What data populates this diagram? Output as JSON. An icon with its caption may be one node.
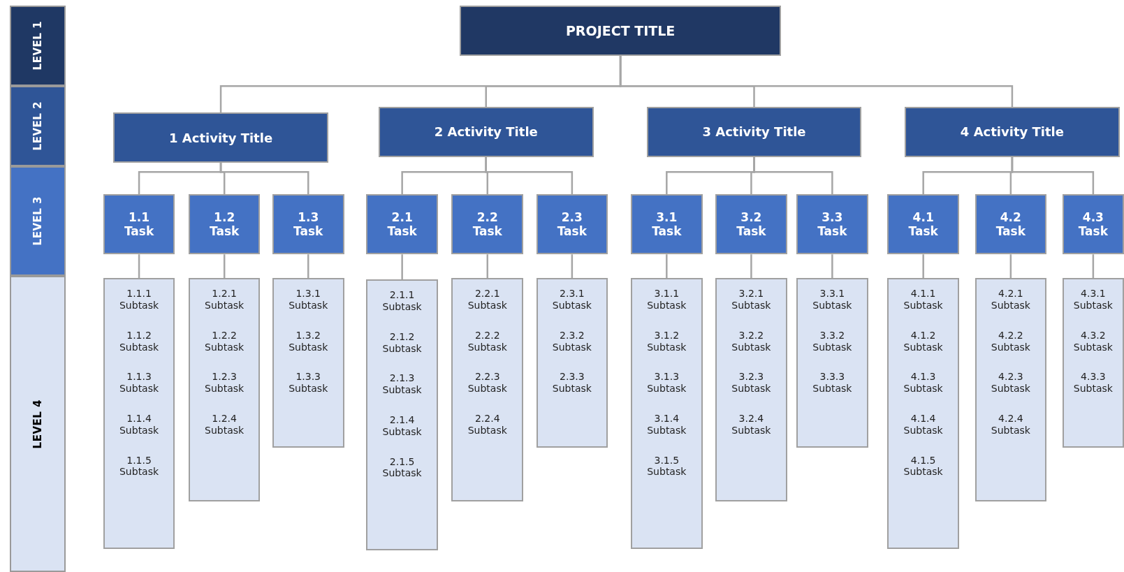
{
  "diagram": {
    "nodes": [
      {
        "text": [
          "LEVEL 1"
        ]
      },
      {
        "text": [
          "LEVEL 2"
        ]
      },
      {
        "text": [
          "LEVEL 3"
        ]
      },
      {
        "text": [
          "LEVEL 4"
        ]
      },
      {
        "text": [
          "PROJECT TITLE"
        ]
      },
      {
        "text": [
          "1 Activity Title"
        ]
      },
      {
        "text": [
          "2 Activity Title"
        ]
      },
      {
        "text": [
          "3 Activity Title"
        ]
      },
      {
        "text": [
          "4 Activity Title"
        ]
      },
      {
        "text": [
          "1.1 Task"
        ]
      },
      {
        "text": [
          "1.2 Task"
        ]
      },
      {
        "text": [
          "1.3 Task"
        ]
      },
      {
        "text": [
          "2.1 Task"
        ]
      },
      {
        "text": [
          "2.2 Task"
        ]
      },
      {
        "text": [
          "2.3 Task"
        ]
      },
      {
        "text": [
          "3.1 Task"
        ]
      },
      {
        "text": [
          "3.2 Task"
        ]
      },
      {
        "text": [
          "3.3 Task"
        ]
      },
      {
        "text": [
          "4.1 Task"
        ]
      },
      {
        "text": [
          "4.2 Task"
        ]
      },
      {
        "text": [
          "4.3 Task"
        ]
      },
      {
        "text": [
          "1.1.1 Subtask",
          "1.1.2 Subtask",
          "1.1.3 Subtask",
          "1.1.4 Subtask",
          "1.1.5 Subtask"
        ]
      },
      {
        "text": [
          "1.2.1 Subtask",
          "1.2.2 Subtask",
          "1.2.3 Subtask",
          "1.2.4 Subtask"
        ]
      },
      {
        "text": [
          "1.3.1 Subtask",
          "1.3.2 Subtask",
          "1.3.3 Subtask"
        ]
      },
      {
        "text": [
          "2.1.1 Subtask",
          "2.1.2 Subtask",
          "2.1.3 Subtask",
          "2.1.4 Subtask",
          "2.1.5 Subtask"
        ]
      },
      {
        "text": [
          "2.2.1 Subtask",
          "2.2.2 Subtask",
          "2.2.3 Subtask",
          "2.2.4 Subtask"
        ]
      },
      {
        "text": [
          "2.3.1 Subtask",
          "2.3.2 Subtask",
          "2.3.3 Subtask"
        ]
      },
      {
        "text": [
          "3.1.1 Subtask",
          "3.1.2 Subtask",
          "3.1.3 Subtask",
          "3.1.4 Subtask",
          "3.1.5 Subtask"
        ]
      },
      {
        "text": [
          "3.2.1 Subtask",
          "3.2.2 Subtask",
          "3.2.3 Subtask",
          "3.2.4 Subtask"
        ]
      },
      {
        "text": [
          "3.3.1 Subtask",
          "3.3.2 Subtask",
          "3.3.3 Subtask"
        ]
      },
      {
        "text": [
          "4.1.1 Subtask",
          "4.1.2 Subtask",
          "4.1.3 Subtask",
          "4.1.4 Subtask",
          "4.1.5 Subtask"
        ]
      },
      {
        "text": [
          "4.2.1 Subtask",
          "4.2.2 Subtask",
          "4.2.3 Subtask",
          "4.2.4 Subtask"
        ]
      },
      {
        "text": [
          "4.3.1 Subtask",
          "4.3.2 Subtask",
          "4.3.3 Subtask"
        ]
      }
    ],
    "edges": [
      {
        "from": 4,
        "to": 5,
        "arrow": "none"
      },
      {
        "from": 4,
        "to": 6,
        "arrow": "none"
      },
      {
        "from": 4,
        "to": 7,
        "arrow": "none"
      },
      {
        "from": 4,
        "to": 8,
        "arrow": "none"
      },
      {
        "from": 5,
        "to": 9,
        "arrow": "none"
      },
      {
        "from": 5,
        "to": 10,
        "arrow": "none"
      },
      {
        "from": 5,
        "to": 11,
        "arrow": "none"
      },
      {
        "from": 6,
        "to": 12,
        "arrow": "none"
      },
      {
        "from": 6,
        "to": 13,
        "arrow": "none"
      },
      {
        "from": 6,
        "to": 14,
        "arrow": "none"
      },
      {
        "from": 7,
        "to": 15,
        "arrow": "none"
      },
      {
        "from": 7,
        "to": 16,
        "arrow": "none"
      },
      {
        "from": 7,
        "to": 17,
        "arrow": "none"
      },
      {
        "from": 8,
        "to": 18,
        "arrow": "none"
      },
      {
        "from": 8,
        "to": 19,
        "arrow": "none"
      },
      {
        "from": 8,
        "to": 20,
        "arrow": "none"
      },
      {
        "from": 9,
        "to": 21,
        "arrow": "none"
      },
      {
        "from": 10,
        "to": 22,
        "arrow": "none"
      },
      {
        "from": 11,
        "to": 23,
        "arrow": "none"
      },
      {
        "from": 12,
        "to": 24,
        "arrow": "none"
      },
      {
        "from": 13,
        "to": 25,
        "arrow": "none"
      },
      {
        "from": 14,
        "to": 26,
        "arrow": "none"
      },
      {
        "from": 15,
        "to": 27,
        "arrow": "none"
      },
      {
        "from": 16,
        "to": 28,
        "arrow": "none"
      },
      {
        "from": 17,
        "to": 29,
        "arrow": "none"
      },
      {
        "from": 18,
        "to": 30,
        "arrow": "none"
      },
      {
        "from": 19,
        "to": 31,
        "arrow": "none"
      },
      {
        "from": 20,
        "to": 32,
        "arrow": "none"
      }
    ]
  }
}
